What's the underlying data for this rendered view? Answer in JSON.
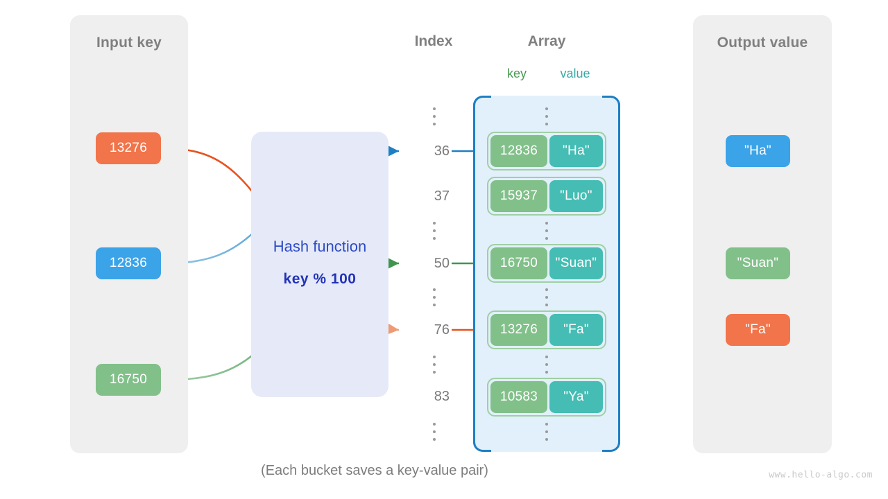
{
  "panels": {
    "input": {
      "title": "Input key"
    },
    "output": {
      "title": "Output value"
    }
  },
  "input_keys": [
    {
      "label": "13276",
      "color": "#f1744a",
      "style": "orange"
    },
    {
      "label": "12836",
      "color": "#3ba3e8",
      "style": "blue"
    },
    {
      "label": "16750",
      "color": "#82c08a",
      "style": "green"
    }
  ],
  "output_values": [
    {
      "label": "\"Ha\"",
      "color": "#3ba3e8",
      "style": "blue"
    },
    {
      "label": "\"Suan\"",
      "color": "#82c08a",
      "style": "green"
    },
    {
      "label": "\"Fa\"",
      "color": "#f1744a",
      "style": "orange"
    }
  ],
  "hash": {
    "label": "Hash function",
    "formula": "key % 100",
    "box_color": "#e6eaf8",
    "text_color": "#2e4bc6"
  },
  "headers": {
    "index": "Index",
    "array": "Array",
    "key": "key",
    "value": "value",
    "key_color": "#4a9a54",
    "value_color": "#3aa8a5"
  },
  "rows": [
    {
      "kind": "dots",
      "index": ""
    },
    {
      "kind": "bucket",
      "index": "36",
      "key": "12836",
      "value": "\"Ha\"",
      "highlight": "#1e7fc4"
    },
    {
      "kind": "bucket",
      "index": "37",
      "key": "15937",
      "value": "\"Luo\"",
      "highlight": ""
    },
    {
      "kind": "dots",
      "index": ""
    },
    {
      "kind": "bucket",
      "index": "50",
      "key": "16750",
      "value": "\"Suan\"",
      "highlight": "#3f9550"
    },
    {
      "kind": "dots",
      "index": ""
    },
    {
      "kind": "bucket",
      "index": "76",
      "key": "13276",
      "value": "\"Fa\"",
      "highlight": "#e8521f"
    },
    {
      "kind": "dots",
      "index": ""
    },
    {
      "kind": "bucket",
      "index": "83",
      "key": "10583",
      "value": "\"Ya\"",
      "highlight": ""
    },
    {
      "kind": "dots",
      "index": ""
    }
  ],
  "array_colors": {
    "container_fill": "#e2f0fb",
    "container_border": "#1e7fc4",
    "bucket_border": "#9fd0a3",
    "key_fill": "#82c08a",
    "value_fill": "#45bdb4"
  },
  "flows": [
    {
      "from": "13276",
      "index": "76",
      "to": "\"Fa\"",
      "color": "#e8521f"
    },
    {
      "from": "12836",
      "index": "36",
      "to": "\"Ha\"",
      "color": "#1e7fc4"
    },
    {
      "from": "16750",
      "index": "50",
      "to": "\"Suan\"",
      "color": "#3f9550"
    }
  ],
  "caption": "(Each bucket saves a key-value pair)",
  "watermark": "www.hello-algo.com"
}
